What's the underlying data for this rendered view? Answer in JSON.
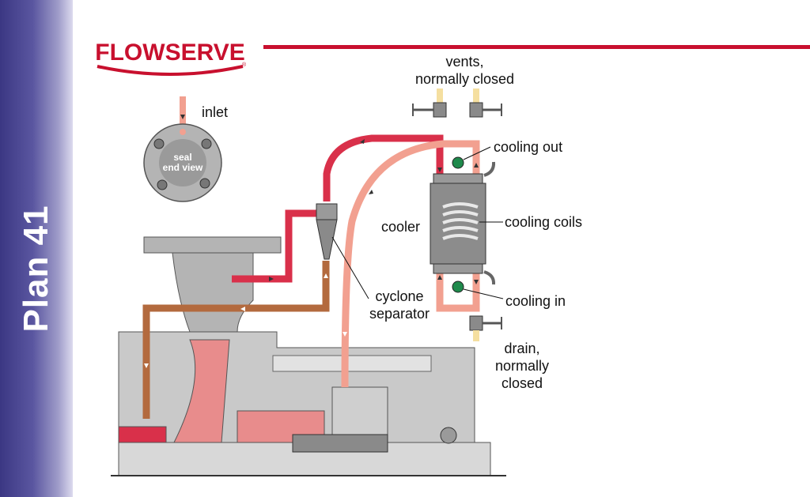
{
  "sidebar": {
    "title": "Plan 41"
  },
  "logo": {
    "text": "FLOWSERVE",
    "registered_mark": "®"
  },
  "labels": {
    "vents_line1": "vents,",
    "vents_line2": "normally closed",
    "inlet": "inlet",
    "seal_line1": "seal",
    "seal_line2": "end view",
    "cooling_out": "cooling out",
    "cooler": "cooler",
    "cooling_coils": "cooling coils",
    "cyclone_line1": "cyclone",
    "cyclone_line2": "separator",
    "cooling_in": "cooling in",
    "drain_line1": "drain,",
    "drain_line2": "normally",
    "drain_line3": "closed"
  },
  "colors": {
    "brand_red": "#c8102e",
    "hot_flow": "#d9304a",
    "cool_flow": "#f2a090",
    "return_flow": "#b36a3e",
    "coolant": "#f5dfa0",
    "metal": "#b4b4b4",
    "sidebar": "#4a4690",
    "valve_green": "#1f8a4c"
  }
}
